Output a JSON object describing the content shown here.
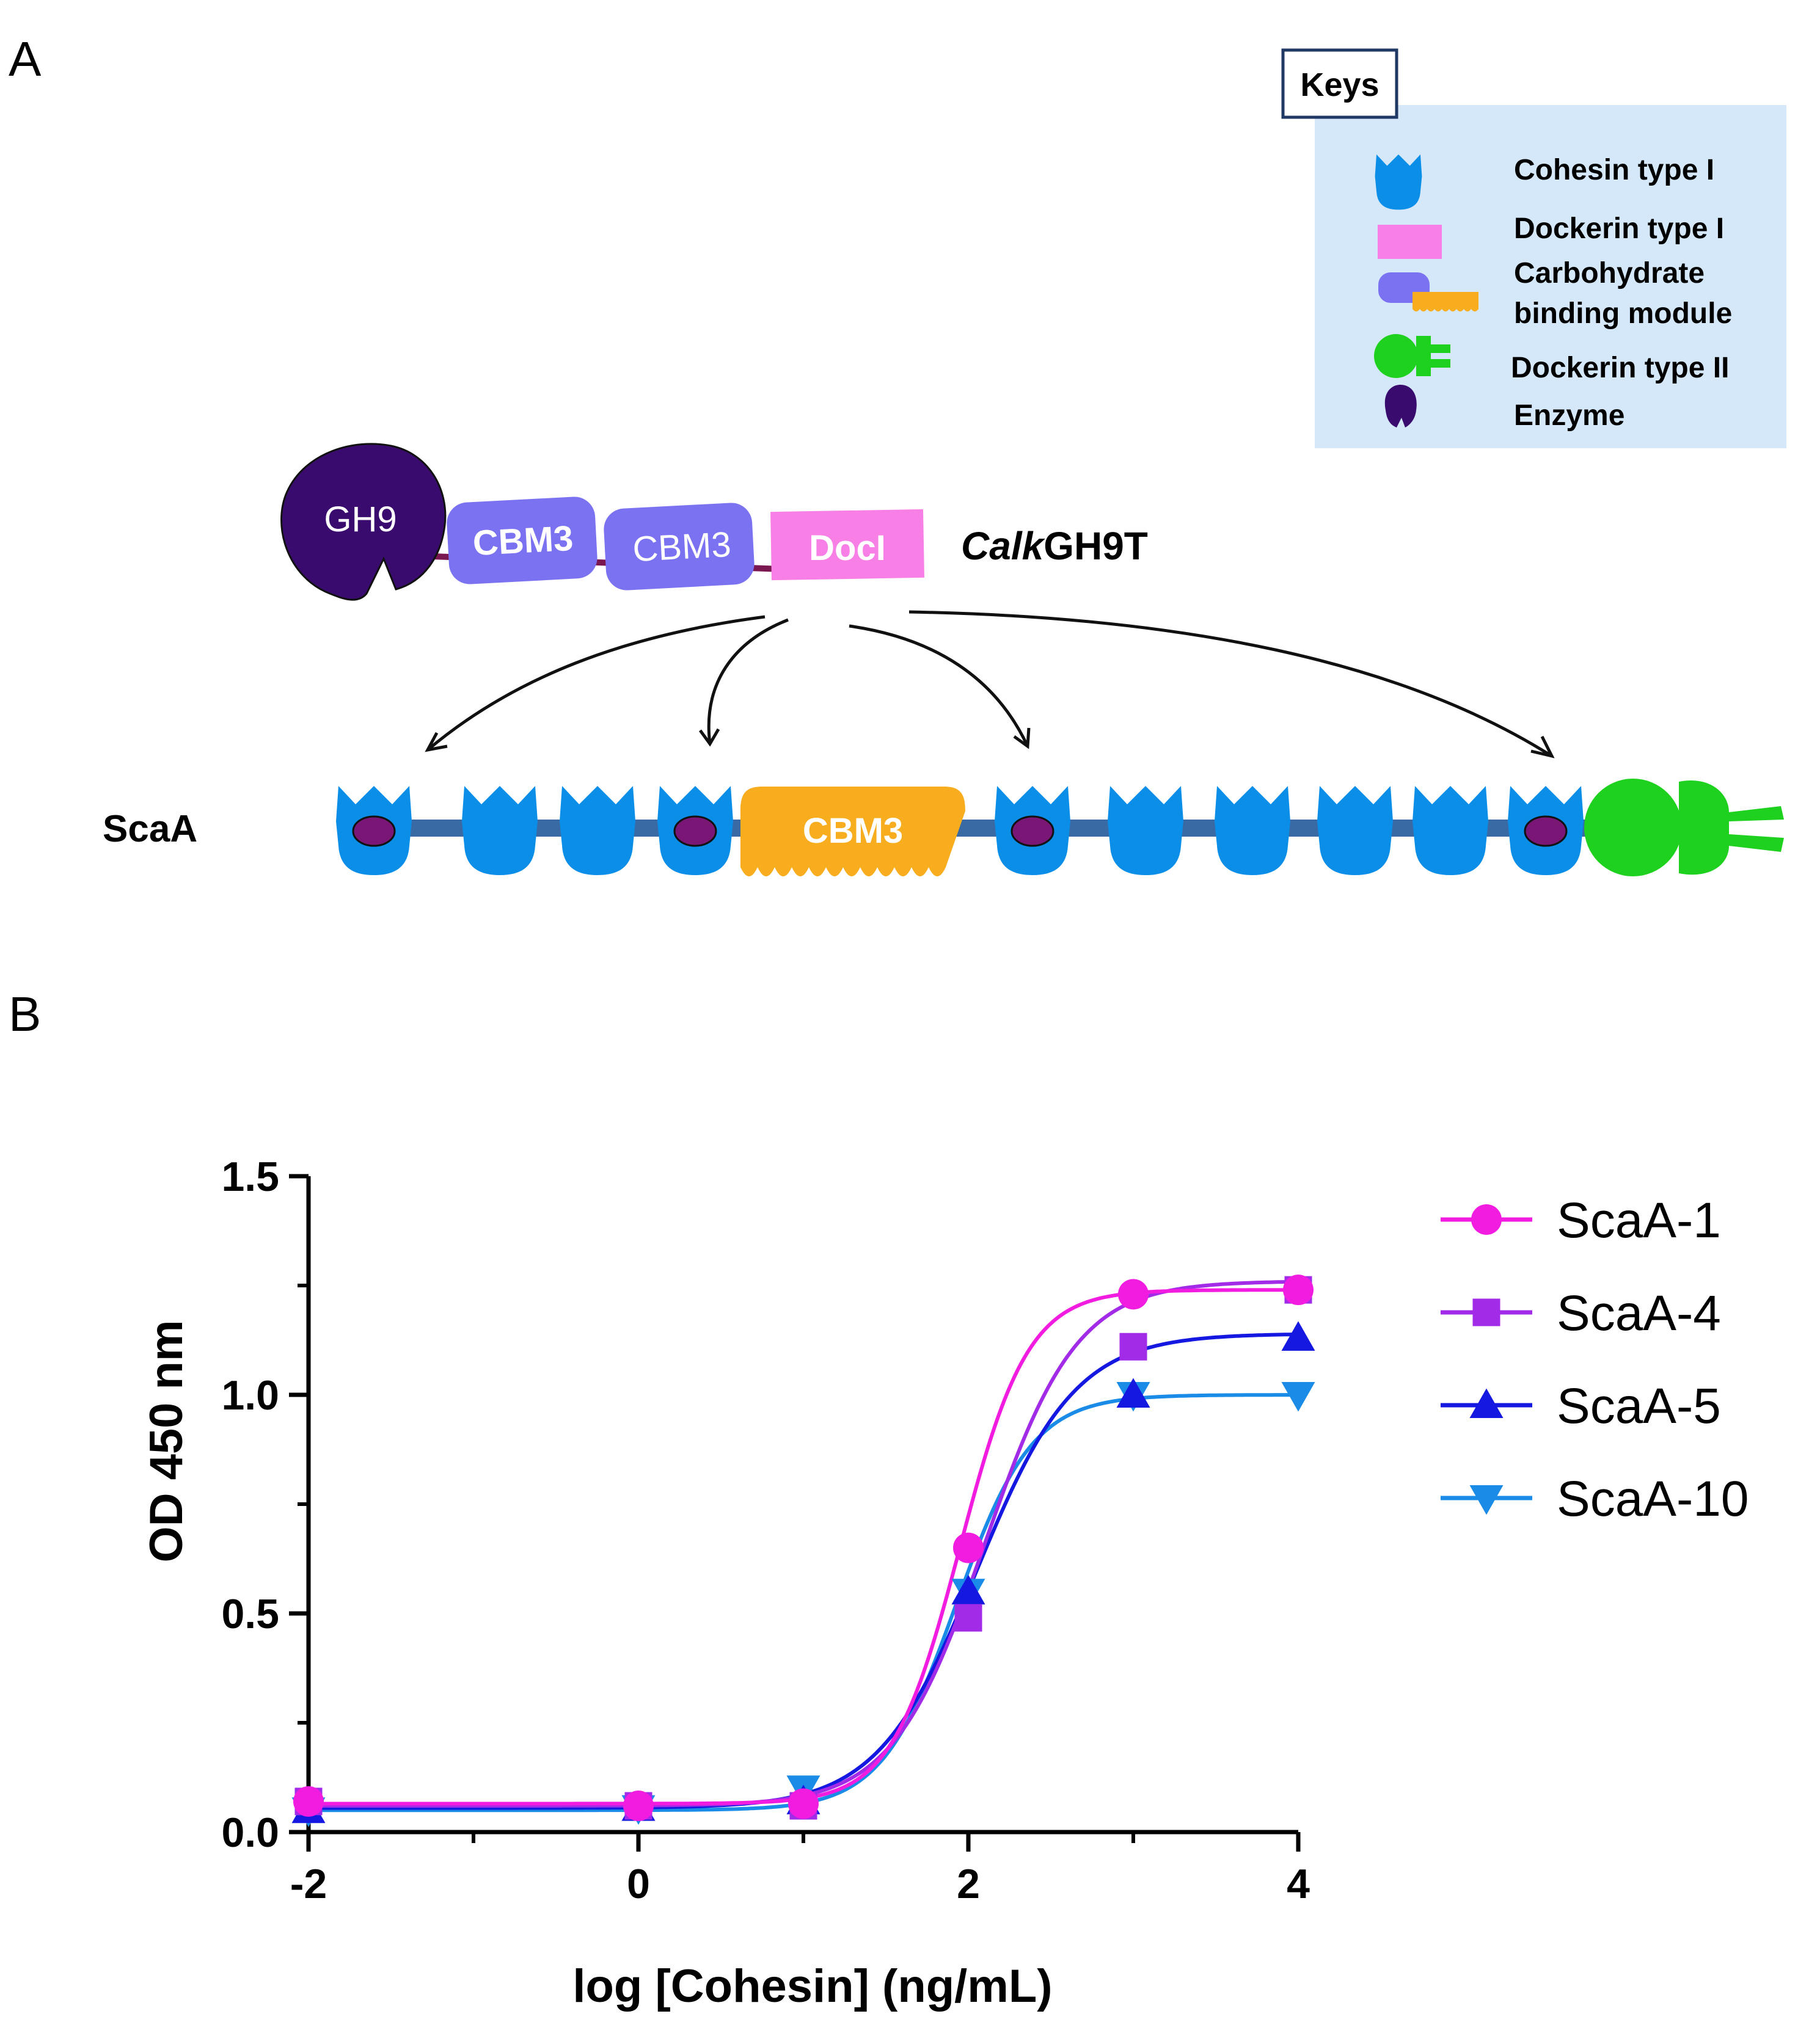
{
  "panel_a": {
    "letter": "A",
    "keys": {
      "title": "Keys",
      "items": [
        {
          "icon": "cohesin-type-i-icon",
          "lines": [
            "Cohesin type I"
          ]
        },
        {
          "icon": "dockerin-type-i-icon",
          "lines": [
            "Dockerin type I"
          ]
        },
        {
          "icon": "carbohydrate-binding-module-icon",
          "lines": [
            "Carbohydrate",
            "binding module"
          ]
        },
        {
          "icon": "dockerin-type-ii-icon",
          "lines": [
            "Dockerin type II"
          ]
        },
        {
          "icon": "enzyme-icon",
          "lines": [
            "Enzyme"
          ]
        }
      ]
    },
    "enzyme": {
      "gh9_label": "GH9",
      "cbm3_label_1": "CBM3",
      "cbm3_label_2": "CBM3",
      "docl_label": "DocI",
      "name_italic": "Calk",
      "name_regular": "GH9T"
    },
    "scaffoldin": {
      "name": "ScaA",
      "cbm3_label": "CBM3"
    },
    "colors": {
      "cohesin": "#0b8ee8",
      "dockerin_i": "#f77fe6",
      "cbm": "#7b72f2",
      "cbm_orange": "#f8ad1e",
      "dockerin_ii": "#1ed11e",
      "enzyme": "#3a0b6e",
      "enzyme_bound": "#7a1675",
      "backbone": "#3a6aa3",
      "key_bg": "#d5e8f9"
    }
  },
  "panel_b": {
    "letter": "B",
    "chart_data": {
      "type": "scatter",
      "xlabel": "log [Cohesin] (ng/mL)",
      "ylabel": "OD 450 nm",
      "xlim": [
        -2,
        4
      ],
      "ylim": [
        0,
        1.5
      ],
      "xticks": [
        "-2",
        "0",
        "2",
        "4"
      ],
      "yticks": [
        "0.0",
        "0.5",
        "1.0",
        "1.5"
      ],
      "legend_position": "right",
      "grid": false,
      "fit": "sigmoidal",
      "series": [
        {
          "name": "ScaA-1",
          "marker": "circle",
          "color": "#f21be0",
          "x": [
            -2,
            0,
            1,
            2,
            3,
            4
          ],
          "y": [
            0.07,
            0.06,
            0.065,
            0.65,
            1.23,
            1.24
          ],
          "fit": {
            "bottom": 0.065,
            "top": 1.24,
            "logec50": 1.95,
            "hill": 2.1
          }
        },
        {
          "name": "ScaA-4",
          "marker": "square",
          "color": "#a22be8",
          "x": [
            -2,
            0,
            1,
            2,
            3,
            4
          ],
          "y": [
            0.07,
            0.06,
            0.06,
            0.49,
            1.11,
            1.24
          ],
          "fit": {
            "bottom": 0.06,
            "top": 1.26,
            "logec50": 2.1,
            "hill": 1.55
          }
        },
        {
          "name": "ScaA-5",
          "marker": "triangle-up",
          "color": "#1418e0",
          "x": [
            -2,
            0,
            1,
            2,
            3,
            4
          ],
          "y": [
            0.05,
            0.055,
            0.07,
            0.55,
            1.0,
            1.13
          ],
          "fit": {
            "bottom": 0.055,
            "top": 1.14,
            "logec50": 2.05,
            "hill": 1.45
          }
        },
        {
          "name": "ScaA-10",
          "marker": "triangle-down",
          "color": "#1a8ce8",
          "x": [
            -2,
            0,
            1,
            2,
            3,
            4
          ],
          "y": [
            0.05,
            0.055,
            0.1,
            0.55,
            1.0,
            1.0
          ],
          "fit": {
            "bottom": 0.05,
            "top": 1.0,
            "logec50": 1.93,
            "hill": 1.9
          }
        }
      ]
    }
  }
}
